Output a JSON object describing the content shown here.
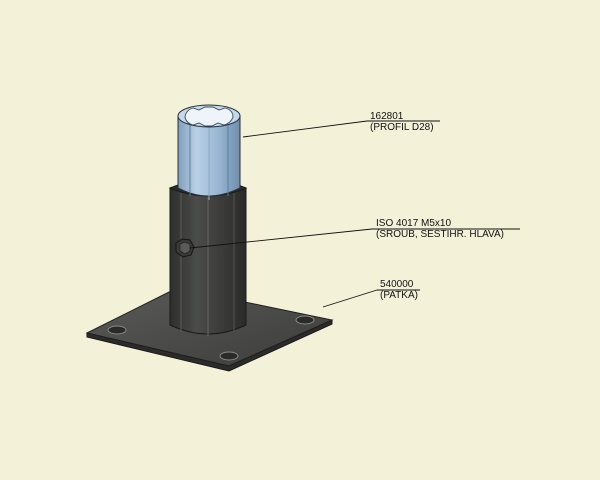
{
  "callouts": {
    "profil": {
      "number": "162801",
      "description": "(PROFIL D28)"
    },
    "screw": {
      "number": "ISO 4017 M5x10",
      "description": "(SROUB, SESTIHR. HLAVA)"
    },
    "base": {
      "number": "540000",
      "description": "(PATKA)"
    }
  },
  "colors": {
    "background": "#f4f1d9",
    "profile_blue": "#a7c4dd",
    "socket_dark": "#3e3f3d",
    "plate_dark": "#4a4b48",
    "leader_line": "#111111"
  }
}
